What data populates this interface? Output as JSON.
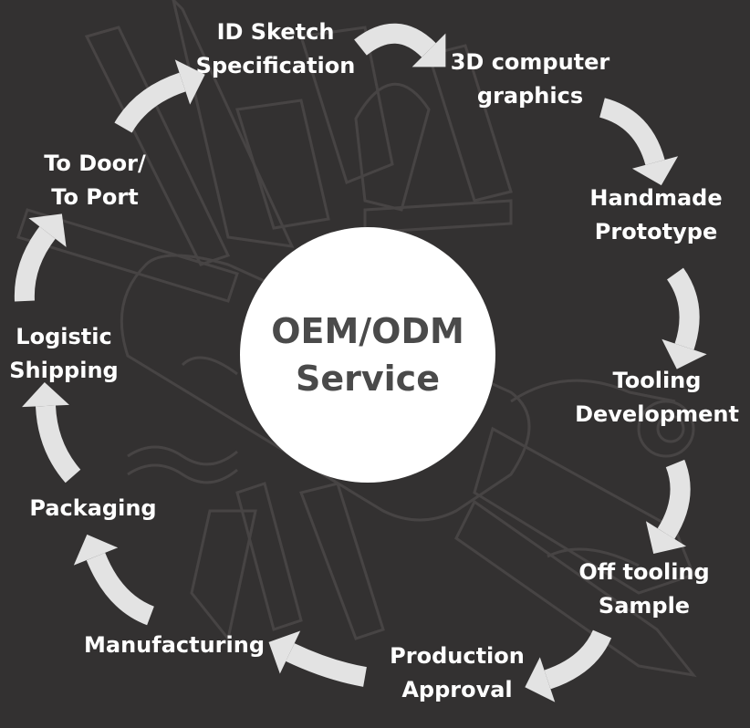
{
  "center": {
    "line1": "OEM/ODM",
    "line2": "Service"
  },
  "steps": [
    {
      "line1": "ID Sketch",
      "line2": "Specification"
    },
    {
      "line1": "3D computer",
      "line2": "graphics"
    },
    {
      "line1": "Handmade",
      "line2": "Prototype"
    },
    {
      "line1": "Tooling",
      "line2": "Development"
    },
    {
      "line1": "Off tooling",
      "line2": "Sample"
    },
    {
      "line1": "Production",
      "line2": "Approval"
    },
    {
      "line1": "Manufacturing",
      "line2": ""
    },
    {
      "line1": "Packaging",
      "line2": ""
    },
    {
      "line1": "Logistic",
      "line2": "Shipping"
    },
    {
      "line1": "To Door/",
      "line2": "To Port"
    }
  ],
  "colors": {
    "background": "#333131",
    "arrow": "#e3e3e3",
    "text": "#ffffff",
    "center_fill": "#ffffff",
    "center_text": "#4a4a4a"
  },
  "icons": [
    "curved-arrow-icon",
    "pocket-knife-illustration"
  ]
}
